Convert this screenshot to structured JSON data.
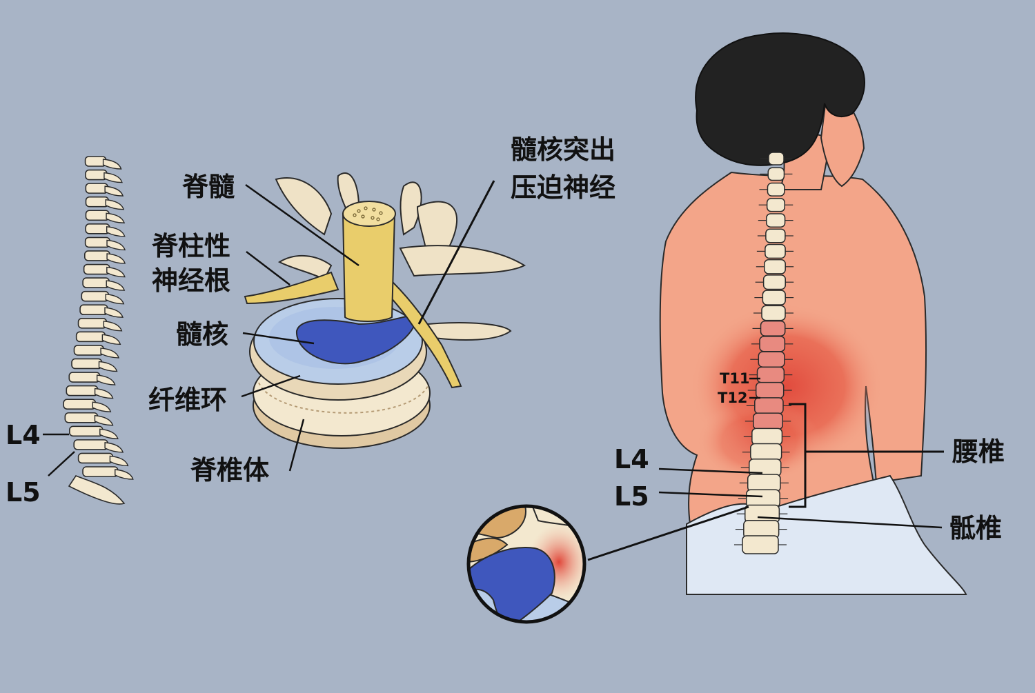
{
  "labels": {
    "spinal_cord": "脊髓",
    "nerve_root_1": "脊柱性",
    "nerve_root_2": "神经根",
    "nucleus": "髓核",
    "annulus": "纤维环",
    "vertebral_body": "脊椎体",
    "herniation_1": "髓核突出",
    "herniation_2": "压迫神经",
    "left_L4": "L4",
    "left_L5": "L5",
    "right_L4": "L4",
    "right_L5": "L5",
    "T11": "T11",
    "T12": "T12",
    "lumbar": "腰椎",
    "sacrum": "骶椎"
  },
  "colors": {
    "background": "#a8b4c6",
    "bone": "#f3e8cf",
    "bone_shade": "#d9c19a",
    "nerve": "#e9cd6b",
    "disc_outer": "#b9cde8",
    "nucleus": "#3f57bd",
    "skin": "#f3a589",
    "pain": "#e0473a",
    "hair": "#222222",
    "cloth": "#dfe8f4"
  },
  "icons": {
    "left_spine": "spine-side-view",
    "vertebra": "vertebra-disc-cross-section",
    "figure": "woman-back-view",
    "zoom": "herniation-closeup"
  }
}
